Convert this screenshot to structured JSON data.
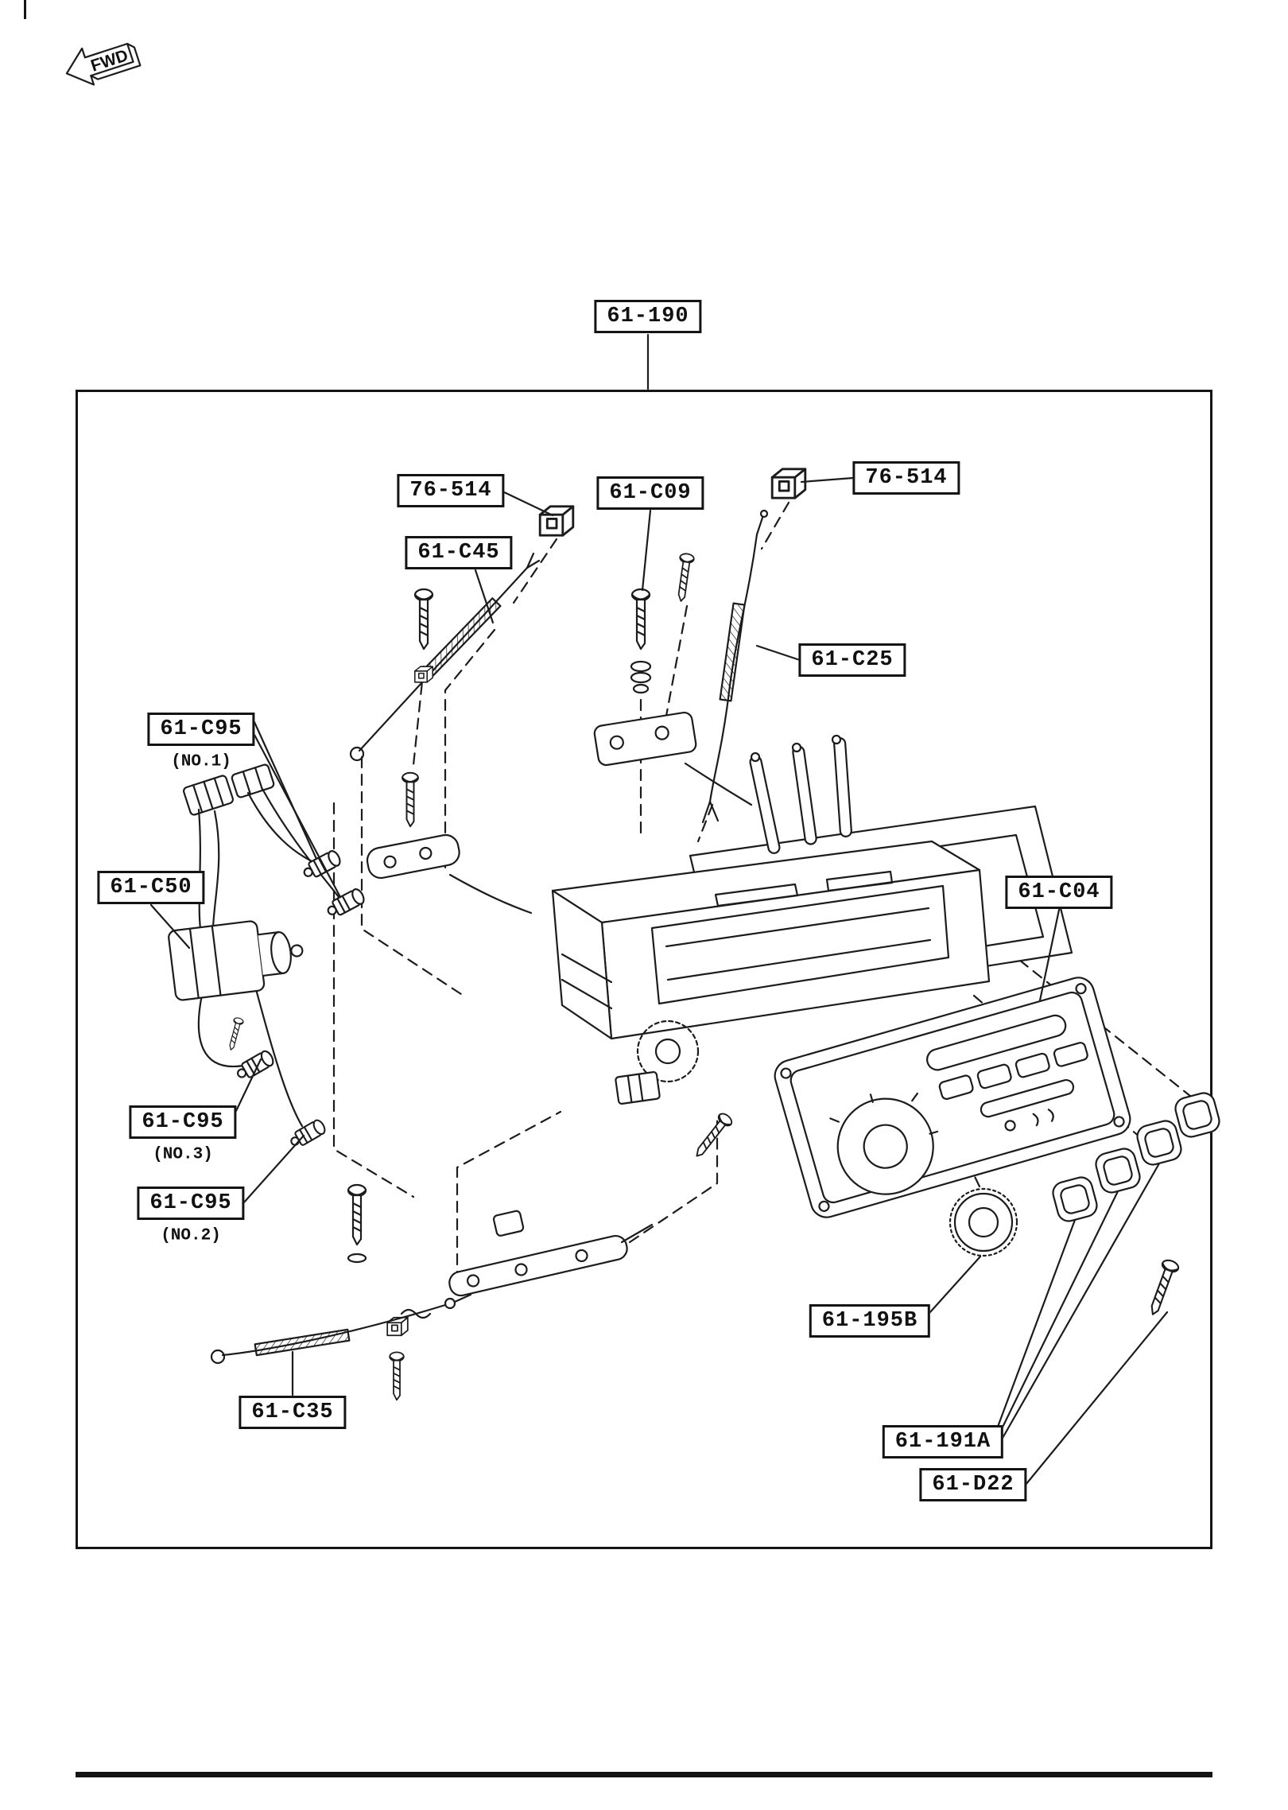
{
  "fwd": "FWD",
  "parts": {
    "assembly": "61-190",
    "clip_left": "76-514",
    "clip_right": "76-514",
    "screw_c09": "61-C09",
    "cable_c45": "61-C45",
    "cable_c25": "61-C25",
    "bulb_no1": "61-C95",
    "bulb_no1_note": "(NO.1)",
    "switch_c50": "61-C50",
    "bulb_no3": "61-C95",
    "bulb_no3_note": "(NO.3)",
    "bulb_no2": "61-C95",
    "bulb_no2_note": "(NO.2)",
    "panel_c04": "61-C04",
    "cable_c35": "61-C35",
    "knob_195b": "61-195B",
    "buttons_191a": "61-191A",
    "screw_d22": "61-D22"
  }
}
